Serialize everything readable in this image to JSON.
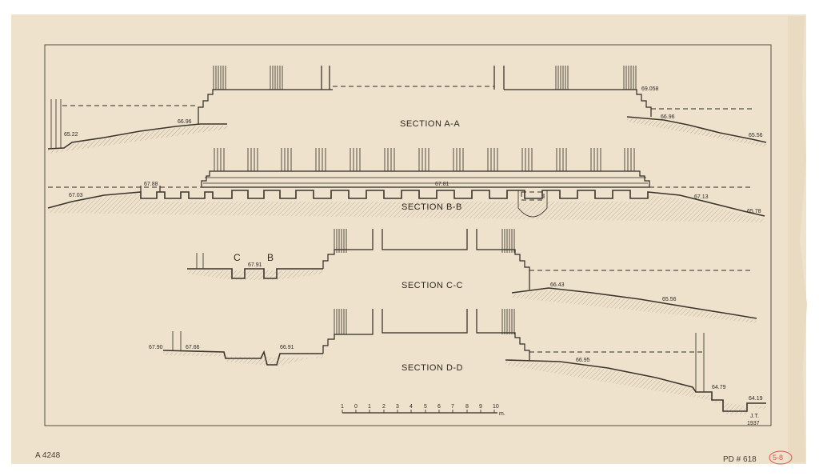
{
  "sections": [
    {
      "title": "SECTION A-A",
      "elevations": [
        "65.22",
        "66.96",
        "69.058",
        "66.96",
        "65.56"
      ]
    },
    {
      "title": "SECTION B-B",
      "elevations": [
        "67.03",
        "67.88",
        "67.81",
        "67.13",
        "65.78"
      ]
    },
    {
      "title": "SECTION C-C",
      "markers": [
        "C",
        "B"
      ],
      "elevations": [
        "67.91",
        "66.43",
        "65.56"
      ]
    },
    {
      "title": "SECTION D-D",
      "elevations": [
        "67.90",
        "67.66",
        "66.91",
        "66.95",
        "64.79",
        "64.19"
      ]
    }
  ],
  "scale": {
    "ticks": [
      "1",
      "0",
      "1",
      "2",
      "3",
      "4",
      "5",
      "6",
      "7",
      "8",
      "9",
      "10"
    ],
    "unit": "m."
  },
  "signature": {
    "initials": "J.T.",
    "year": "1937"
  },
  "margin": {
    "inventory": "A 4248",
    "reference": "PD # 618",
    "stamp": "5-8"
  },
  "colors": {
    "paper": "#efe2cc",
    "ink": "#2e2a24",
    "stamp": "#d9534f"
  }
}
